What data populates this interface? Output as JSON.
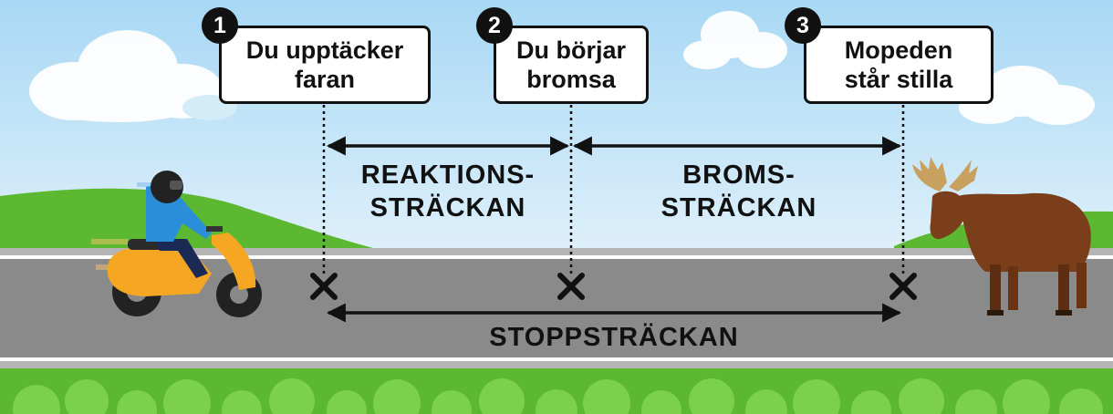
{
  "steps": [
    {
      "number": "1",
      "label": "Du upptäcker\nfaran"
    },
    {
      "number": "2",
      "label": "Du börjar\nbromsa"
    },
    {
      "number": "3",
      "label": "Mopeden\nstår stilla"
    }
  ],
  "distances": {
    "reaction": "REAKTIONS-\nSTRÄCKAN",
    "braking": "BROMS-\nSTRÄCKAN",
    "stopping": "STOPPSTRÄCKAN"
  },
  "colors": {
    "sky_top": "#a8d8f4",
    "sky_bottom": "#d8eefa",
    "grass": "#5cb830",
    "road": "#8a8a8a",
    "moped": "#f5a623",
    "rider_jacket": "#2a8fd8",
    "moose": "#7a3e1a"
  }
}
